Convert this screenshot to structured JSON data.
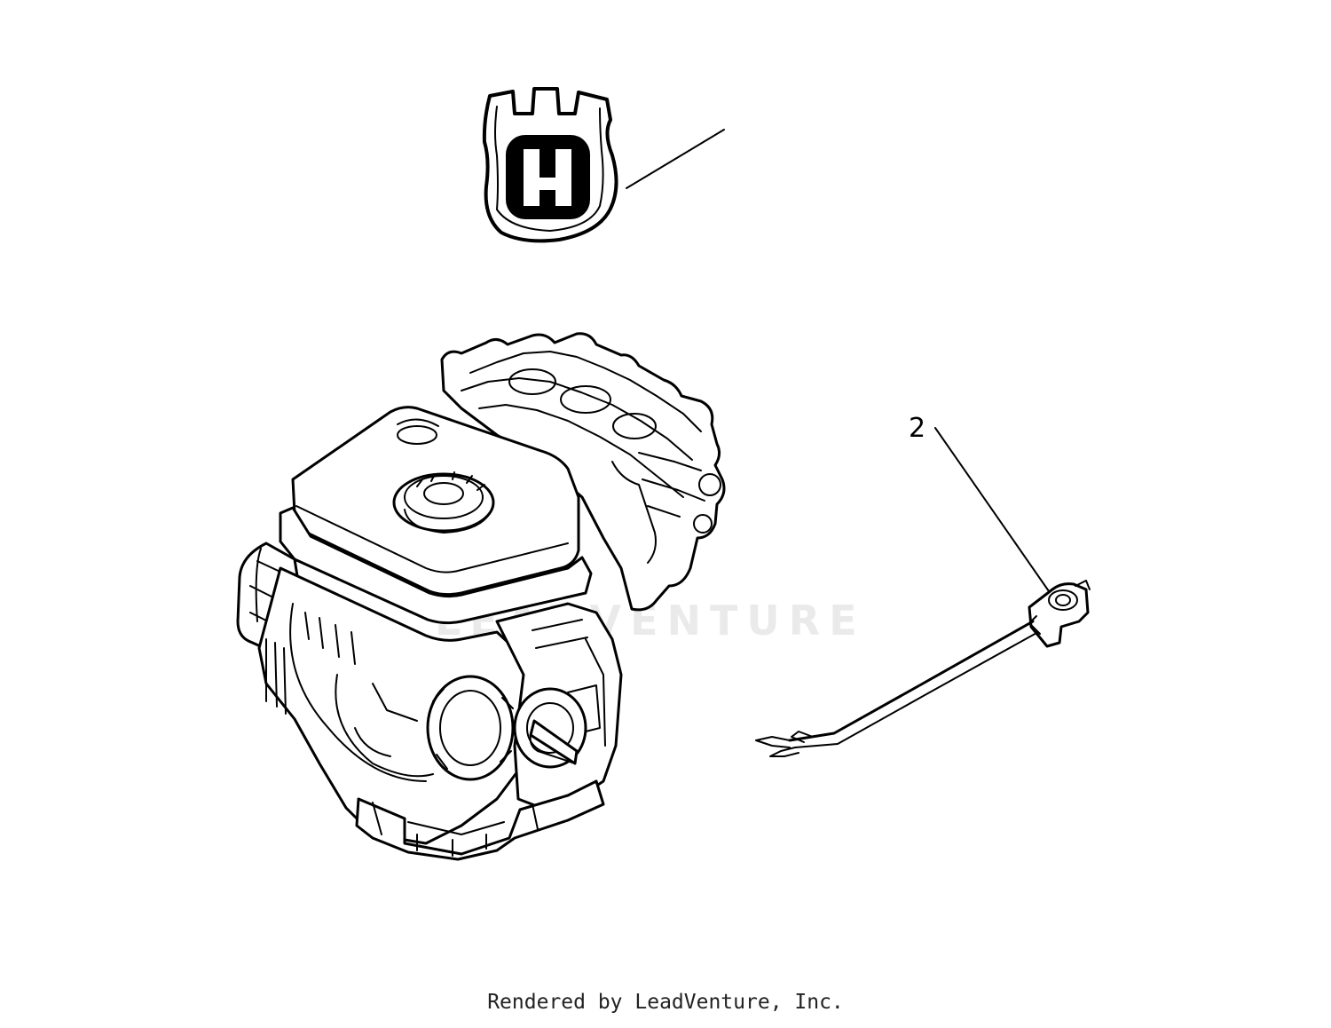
{
  "callouts": [
    {
      "number": "",
      "part": "logo-decal"
    },
    {
      "number": "2",
      "part": "wire-harness"
    }
  ],
  "watermark": "LEADVENTURE",
  "footer": "Rendered by LeadVenture, Inc.",
  "colors": {
    "line": "#000000",
    "background": "#ffffff"
  }
}
